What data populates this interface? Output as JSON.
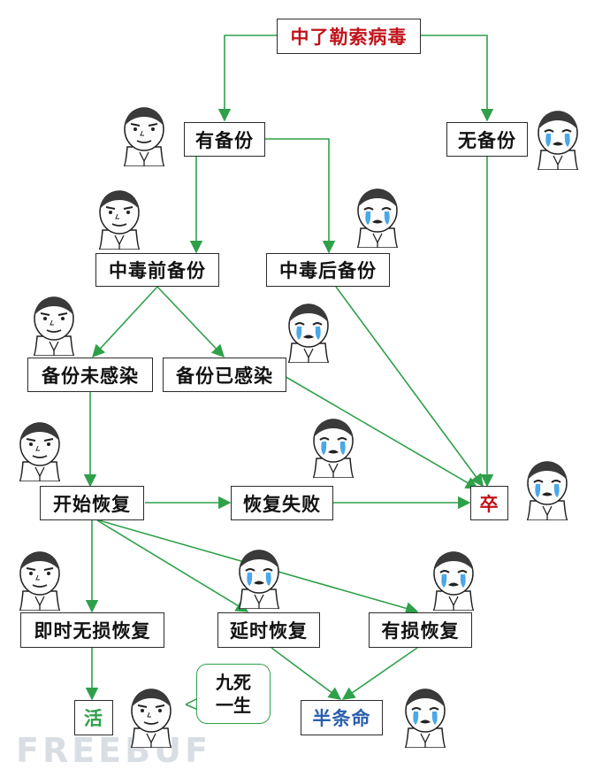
{
  "nodes": {
    "infected": "中了勒索病毒",
    "has_backup": "有备份",
    "no_backup": "无备份",
    "backup_before": "中毒前备份",
    "backup_after": "中毒后备份",
    "backup_clean": "备份未感染",
    "backup_infected": "备份已感染",
    "start_restore": "开始恢复",
    "restore_failed": "恢复失败",
    "dead": "卒",
    "instant_restore": "即时无损恢复",
    "delayed_restore": "延时恢复",
    "lossy_restore": "有损恢复",
    "alive": "活",
    "half_life": "半条命"
  },
  "bubble": {
    "line1": "九死",
    "line2": "一生"
  },
  "watermark": "FREEBUF",
  "colors": {
    "edge": "#2fa04a",
    "red_text": "#c0141a",
    "green_text": "#2fa04a",
    "blue_text": "#2b5fae",
    "tear": "#4aa8e8"
  },
  "faces": [
    {
      "name": "calm-face-icon-1",
      "mood": "calm"
    },
    {
      "name": "crying-face-icon-1",
      "mood": "crying"
    },
    {
      "name": "calm-face-icon-2",
      "mood": "calm"
    },
    {
      "name": "crying-face-icon-2",
      "mood": "crying"
    },
    {
      "name": "calm-face-icon-3",
      "mood": "calm"
    },
    {
      "name": "crying-face-icon-3",
      "mood": "crying"
    },
    {
      "name": "calm-face-icon-4",
      "mood": "calm"
    },
    {
      "name": "crying-face-icon-4",
      "mood": "crying"
    },
    {
      "name": "crying-face-icon-5",
      "mood": "crying"
    },
    {
      "name": "calm-face-icon-5",
      "mood": "calm"
    },
    {
      "name": "crying-face-icon-6",
      "mood": "crying"
    },
    {
      "name": "crying-face-icon-7",
      "mood": "crying"
    },
    {
      "name": "calm-face-icon-6",
      "mood": "calm"
    },
    {
      "name": "crying-face-icon-8",
      "mood": "crying"
    }
  ]
}
